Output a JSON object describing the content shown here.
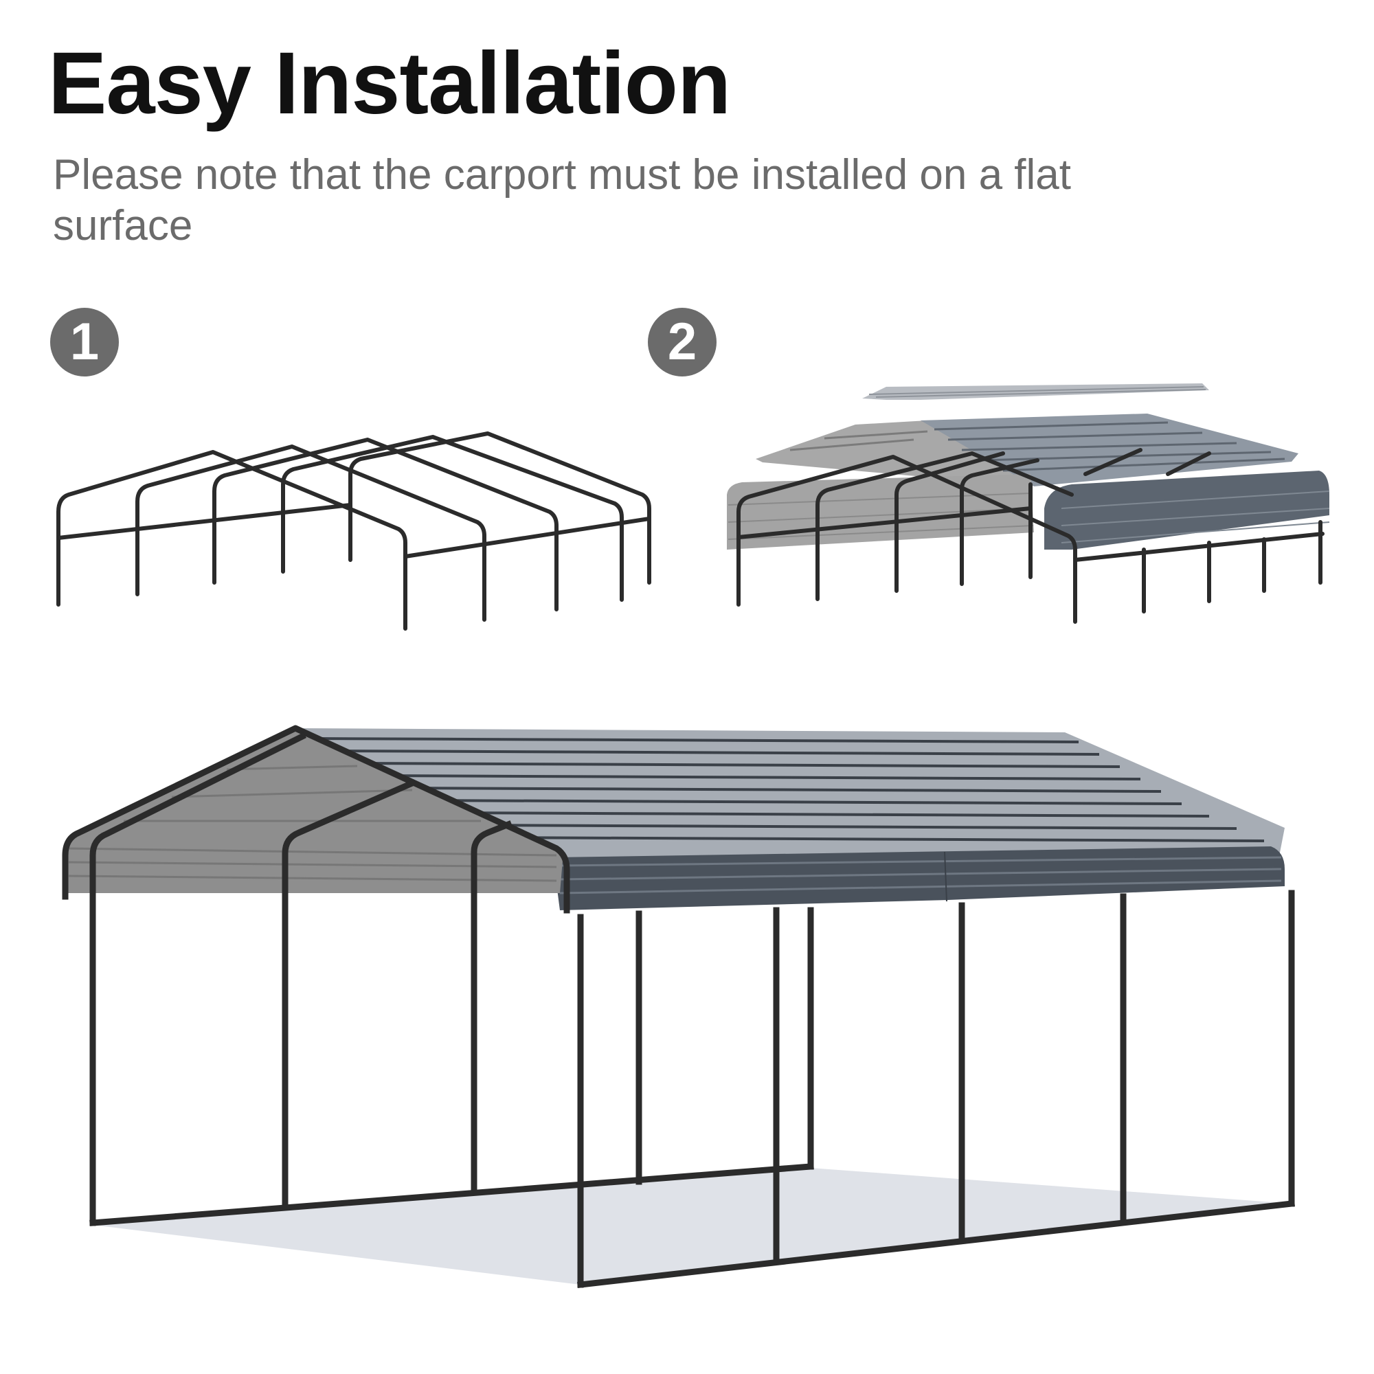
{
  "header": {
    "title": "Easy Installation",
    "subtitle": "Please note that the carport must be installed on a flat surface"
  },
  "steps": [
    {
      "number": "1",
      "description_icon": "carport-frame-assembly-icon"
    },
    {
      "number": "2",
      "description_icon": "roof-panel-installation-icon"
    }
  ],
  "final_illustration": {
    "icon": "assembled-carport-icon"
  },
  "colors": {
    "title": "#111111",
    "subtitle": "#6b6b6b",
    "badge": "#6b6b6b",
    "frame": "#2b2b2b",
    "roof_gray": "#8e8e8e",
    "roof_dark": "#4a525c",
    "floor_shadow": "#dfe2e8"
  }
}
